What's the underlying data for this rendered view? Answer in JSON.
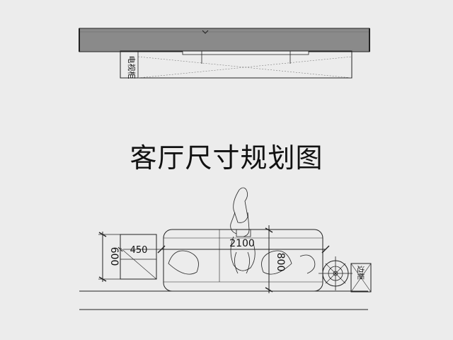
{
  "title": "客厅尺寸规划图",
  "labels": {
    "tv_cabinet": "电视柜",
    "side_cabinet": "边柜"
  },
  "dimensions": {
    "sofa_length": "2100",
    "sofa_depth": "800",
    "side_table_width": "450",
    "side_table_depth": "600"
  },
  "colors": {
    "background": "#ececec",
    "wall": "#8a8a8a",
    "line": "#222222"
  }
}
